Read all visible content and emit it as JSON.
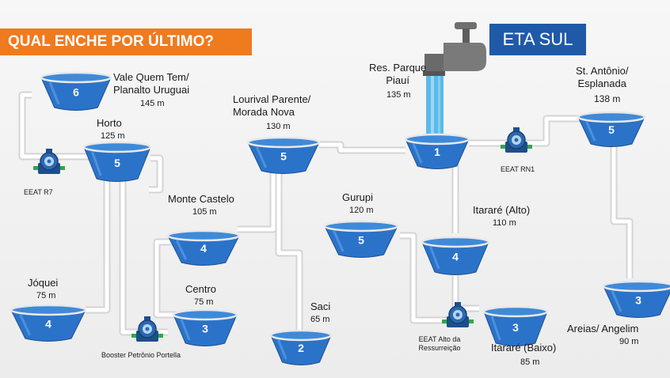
{
  "header": {
    "title": "QUAL ENCHE POR ÚLTIMO?",
    "eta_label": "ETA SUL"
  },
  "colors": {
    "banner": "#f07a1e",
    "eta_box": "#1f5aa8",
    "water": "#2b73c9",
    "pipe": "#ffffff"
  },
  "reservoirs": [
    {
      "id": "vale",
      "number": "6",
      "name_lines": [
        "Vale Quem Tem/",
        "Planalto Uruguai"
      ],
      "elevation": "145 m"
    },
    {
      "id": "horto",
      "number": "5",
      "name_lines": [
        "Horto"
      ],
      "elevation": "125 m"
    },
    {
      "id": "lourival",
      "number": "5",
      "name_lines": [
        "Lourival Parente/",
        "Morada Nova"
      ],
      "elevation": "130 m"
    },
    {
      "id": "parque",
      "number": "1",
      "name_lines": [
        "Res. Parque",
        "Piauí"
      ],
      "elevation": "135 m"
    },
    {
      "id": "stantonio",
      "number": "5",
      "name_lines": [
        "St. Antônio/",
        "Esplanada"
      ],
      "elevation": "138 m"
    },
    {
      "id": "montecastelo",
      "number": "4",
      "name_lines": [
        "Monte Castelo"
      ],
      "elevation": "105 m"
    },
    {
      "id": "gurupi",
      "number": "5",
      "name_lines": [
        "Gurupi"
      ],
      "elevation": "120 m"
    },
    {
      "id": "itarare_alto",
      "number": "4",
      "name_lines": [
        "Itararé (Alto)"
      ],
      "elevation": "110 m"
    },
    {
      "id": "joquei",
      "number": "4",
      "name_lines": [
        "Jóquei"
      ],
      "elevation": "75 m"
    },
    {
      "id": "centro",
      "number": "3",
      "name_lines": [
        "Centro"
      ],
      "elevation": "75 m"
    },
    {
      "id": "saci",
      "number": "2",
      "name_lines": [
        "Saci"
      ],
      "elevation": "65 m"
    },
    {
      "id": "itarare_baixo",
      "number": "3",
      "name_lines": [
        "Itararé (Baixo)"
      ],
      "elevation": "85 m"
    },
    {
      "id": "areias",
      "number": "3",
      "name_lines": [
        "Areias/ Angelim"
      ],
      "elevation": "90 m"
    }
  ],
  "pumps": [
    {
      "id": "r7",
      "label": "EEAT R7"
    },
    {
      "id": "rn1",
      "label": "EEAT RN1"
    },
    {
      "id": "booster",
      "label": "Booster Petrônio Portella"
    },
    {
      "id": "alto",
      "label": "EEAT Alto da Ressurreição"
    }
  ]
}
